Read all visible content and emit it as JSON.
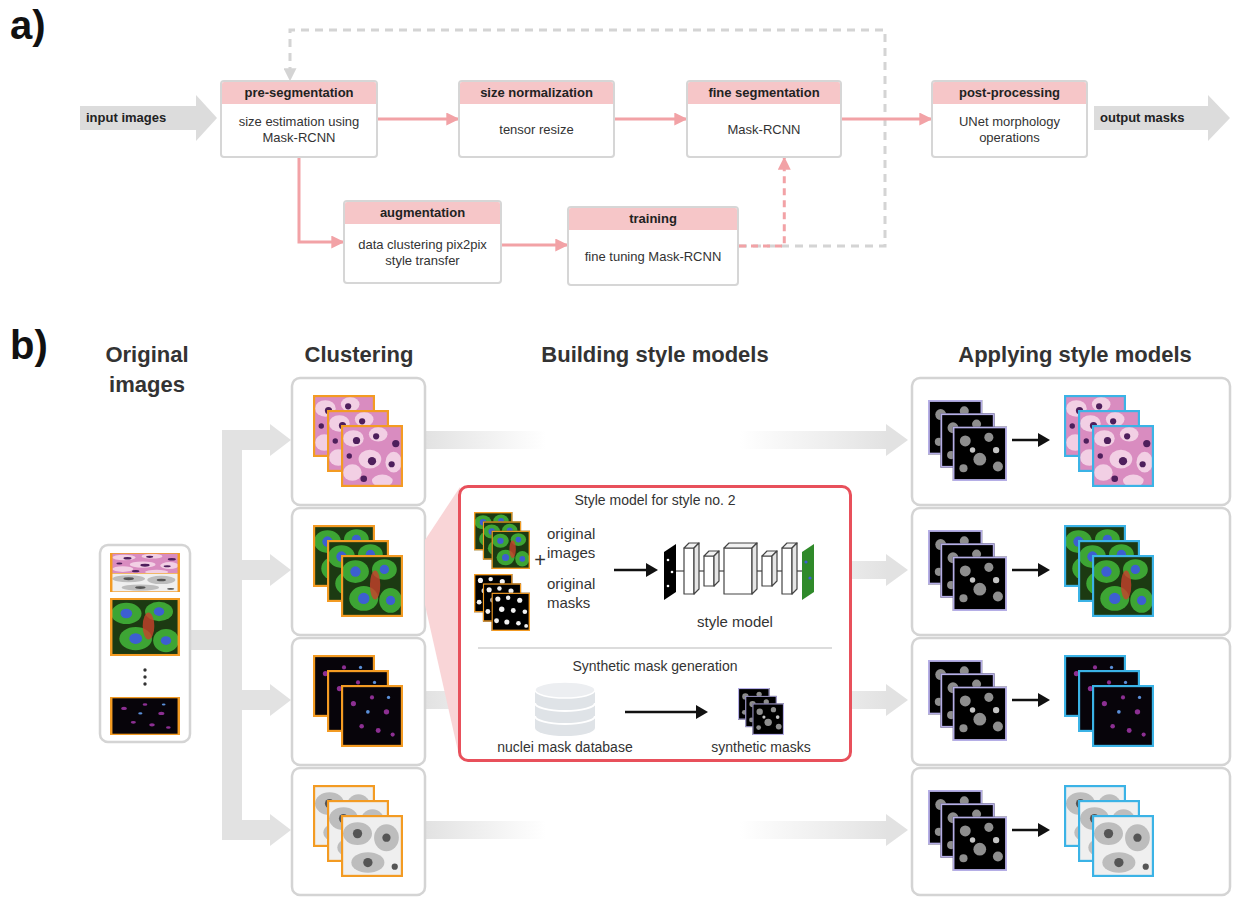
{
  "diagram": {
    "nodes": [
      {
        "text": [
          "pre-segmentation",
          "size estimation using Mask-RCNN"
        ]
      },
      {
        "text": [
          "size normalization",
          "tensor resize"
        ]
      },
      {
        "text": [
          "fine segmentation",
          "Mask-RCNN"
        ]
      },
      {
        "text": [
          "post-processing",
          "UNet morphology operations"
        ]
      },
      {
        "text": [
          "augmentation",
          "data clustering pix2pix style transfer"
        ]
      },
      {
        "text": [
          "training",
          "fine tuning Mask-RCNN"
        ]
      },
      {
        "text": [
          "Style model for style no. 2",
          "original images",
          "+",
          "original masks",
          "style model",
          "Synthetic mask generation",
          "nuclei mask database",
          "synthetic masks"
        ]
      }
    ],
    "edges": [
      {
        "from": 0,
        "to": 1,
        "arrow": "to"
      },
      {
        "from": 1,
        "to": 2,
        "arrow": "to"
      },
      {
        "from": 2,
        "to": 3,
        "arrow": "to"
      },
      {
        "from": 0,
        "to": 4,
        "arrow": "to"
      },
      {
        "from": 4,
        "to": 5,
        "arrow": "to"
      },
      {
        "from": 5,
        "to": 2,
        "arrow": "to"
      },
      {
        "from": 5,
        "to": 0,
        "arrow": "to"
      }
    ],
    "labels": [
      "a)",
      "input images",
      "output masks",
      "b)",
      "Original images",
      "Clustering",
      "Building style models",
      "Applying style models"
    ]
  }
}
